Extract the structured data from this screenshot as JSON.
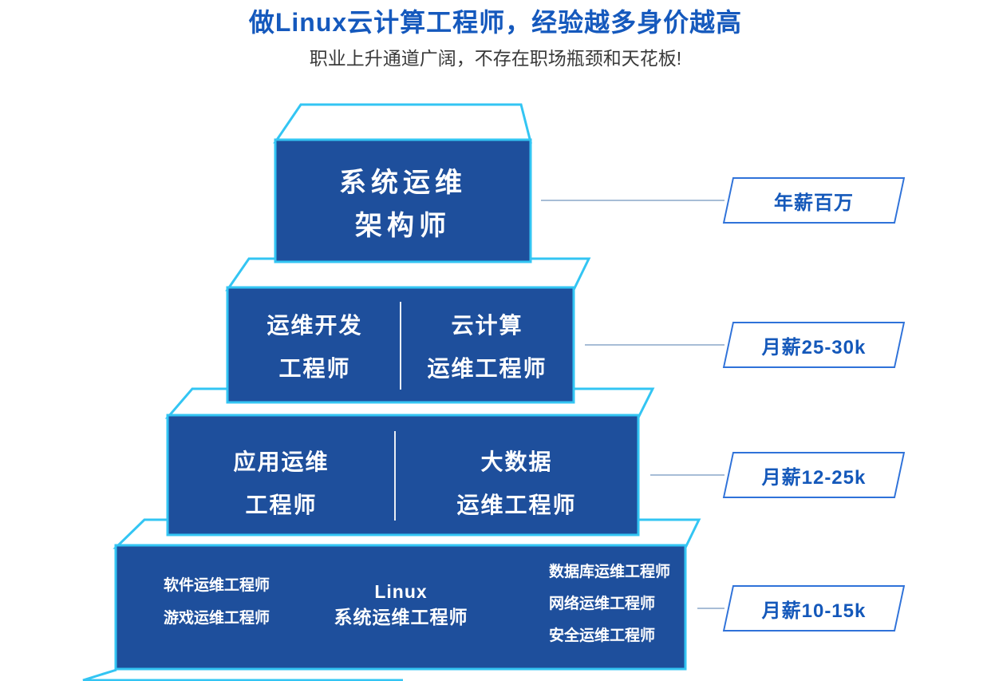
{
  "header": {
    "title": "做Linux云计算工程师，经验越多身价越高",
    "subtitle": "职业上升通道广阔，不存在职场瓶颈和天花板!"
  },
  "pyramid": {
    "tiers": [
      {
        "level": 1,
        "salary": "年薪百万",
        "cells": [
          {
            "lines": [
              "系统运维",
              "架构师"
            ]
          }
        ]
      },
      {
        "level": 2,
        "salary": "月薪25-30k",
        "cells": [
          {
            "lines": [
              "运维开发",
              "工程师"
            ]
          },
          {
            "lines": [
              "云计算",
              "运维工程师"
            ]
          }
        ]
      },
      {
        "level": 3,
        "salary": "月薪12-25k",
        "cells": [
          {
            "lines": [
              "应用运维",
              "工程师"
            ]
          },
          {
            "lines": [
              "大数据",
              "运维工程师"
            ]
          }
        ]
      },
      {
        "level": 4,
        "salary": "月薪10-15k",
        "left_jobs": [
          "软件运维工程师",
          "游戏运维工程师"
        ],
        "center": {
          "lines": [
            "Linux",
            "系统运维工程师"
          ]
        },
        "right_jobs": [
          "数据库运维工程师",
          "网络运维工程师",
          "安全运维工程师"
        ]
      }
    ]
  },
  "colors": {
    "title_blue": "#1559bd",
    "box_fill_blue": "#1e4f9c",
    "box_border_cyan": "#33c5f3",
    "salary_border_blue": "#2f72d9",
    "salary_text_blue": "#1458ba",
    "connector_gray_blue": "#a7bdd6",
    "box_text": "#ffffff"
  }
}
